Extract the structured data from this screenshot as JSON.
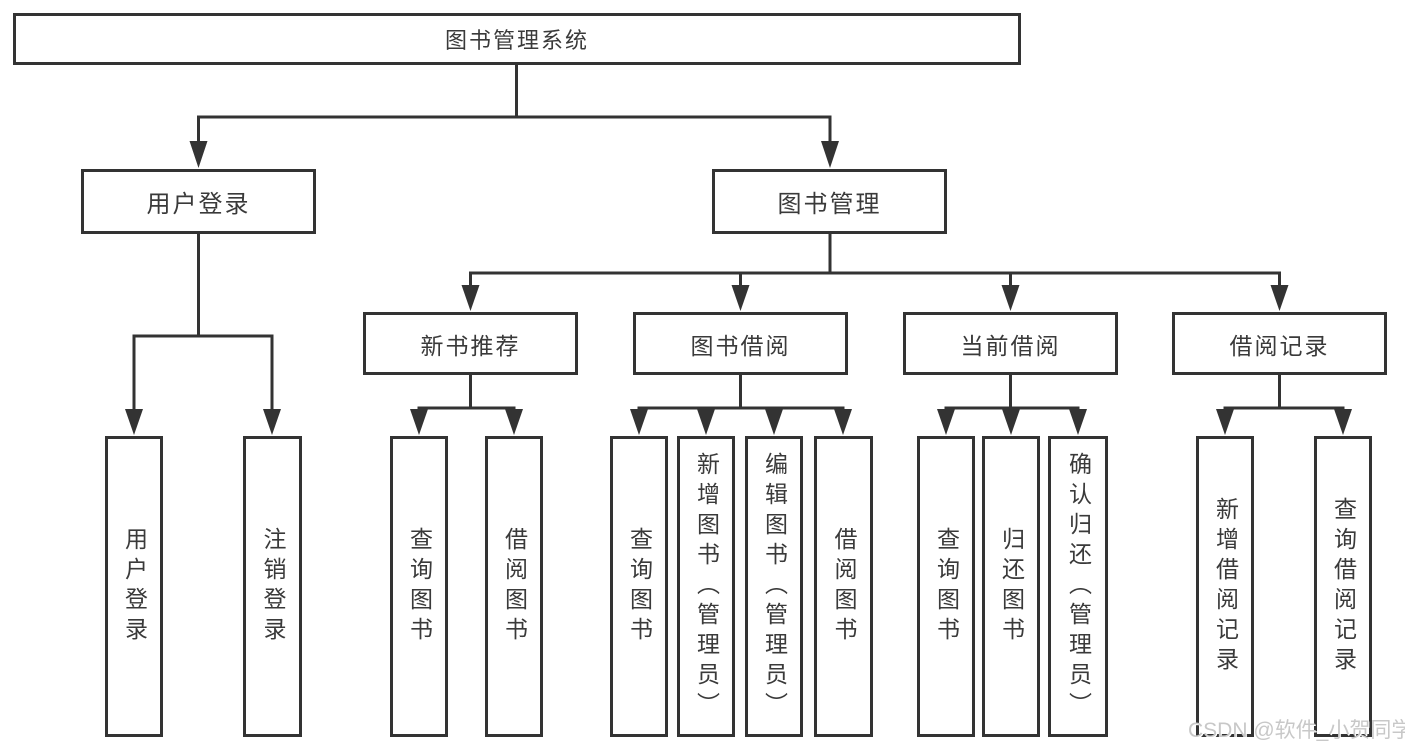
{
  "diagram": {
    "root": {
      "label": "图书管理系统"
    },
    "branches": {
      "user_login": {
        "label": "用户登录",
        "children": {
          "login": "用户登录",
          "logout": "注销登录"
        }
      },
      "book_management": {
        "label": "图书管理",
        "sections": {
          "new_book_recommend": {
            "label": "新书推荐",
            "children": {
              "query_books": "查询图书",
              "borrow_books": "借阅图书"
            }
          },
          "book_borrow": {
            "label": "图书借阅",
            "children": {
              "query_books": "查询图书",
              "add_books_admin": "新增图书（管理员）",
              "edit_books_admin": "编辑图书（管理员）",
              "borrow_books": "借阅图书"
            }
          },
          "current_borrow": {
            "label": "当前借阅",
            "children": {
              "query_books": "查询图书",
              "return_books": "归还图书",
              "confirm_return_admin": "确认归还（管理员）"
            }
          },
          "borrow_records": {
            "label": "借阅记录",
            "children": {
              "add_borrow_record": "新增借阅记录",
              "query_borrow_record": "查询借阅记录"
            }
          }
        }
      }
    },
    "watermark": "CSDN @软件_小贺同学",
    "colors": {
      "line": "#333333",
      "text": "#3a3a3a",
      "watermark": "#c8c8c8",
      "background": "#ffffff"
    }
  }
}
